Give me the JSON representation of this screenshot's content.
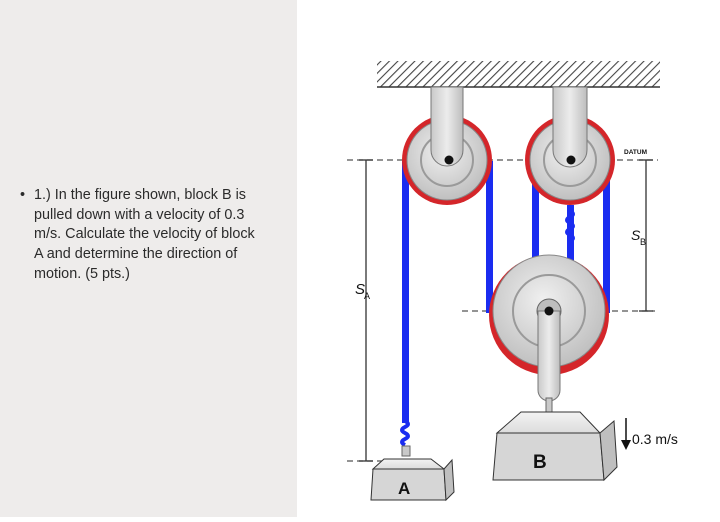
{
  "question": {
    "bullet_text": "1.) In the figure shown, block B is pulled down with a velocity of 0.3 m/s. Calculate the velocity of block A and determine the direction of motion. (5 pts.)"
  },
  "figure": {
    "datum_label": "DATUM",
    "sa_label": "S",
    "sa_sub": "A",
    "sb_label": "S",
    "sb_sub": "B",
    "velocity_label": "0.3 m/s",
    "block_a_label": "A",
    "block_b_label": "B",
    "colors": {
      "rope": "#1a2cf0",
      "pulley_rim": "#d4262a",
      "pulley": "#cfcfcf",
      "block": "#d6d6d6"
    }
  }
}
